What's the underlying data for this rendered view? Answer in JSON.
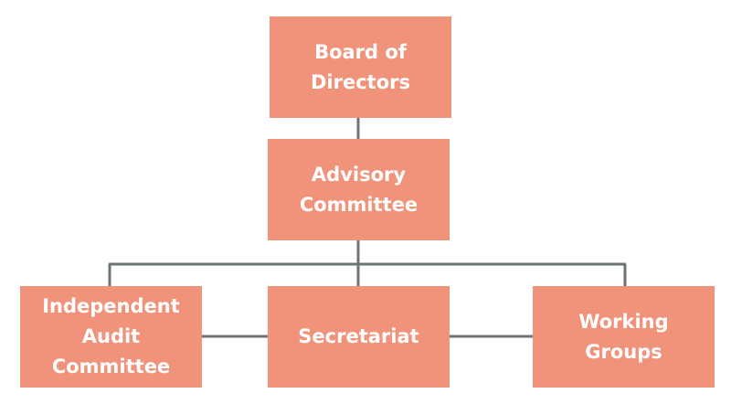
{
  "colors": {
    "box_fill": "#F0937A",
    "box_text": "#FFFFFF",
    "connector": "#6B7375",
    "background": "#FFFFFF"
  },
  "nodes": {
    "board": "Board of Directors",
    "advisory": "Advisory Committee",
    "audit": "Independent Audit Committee",
    "secretariat": "Secretariat",
    "working": "Working Groups"
  }
}
